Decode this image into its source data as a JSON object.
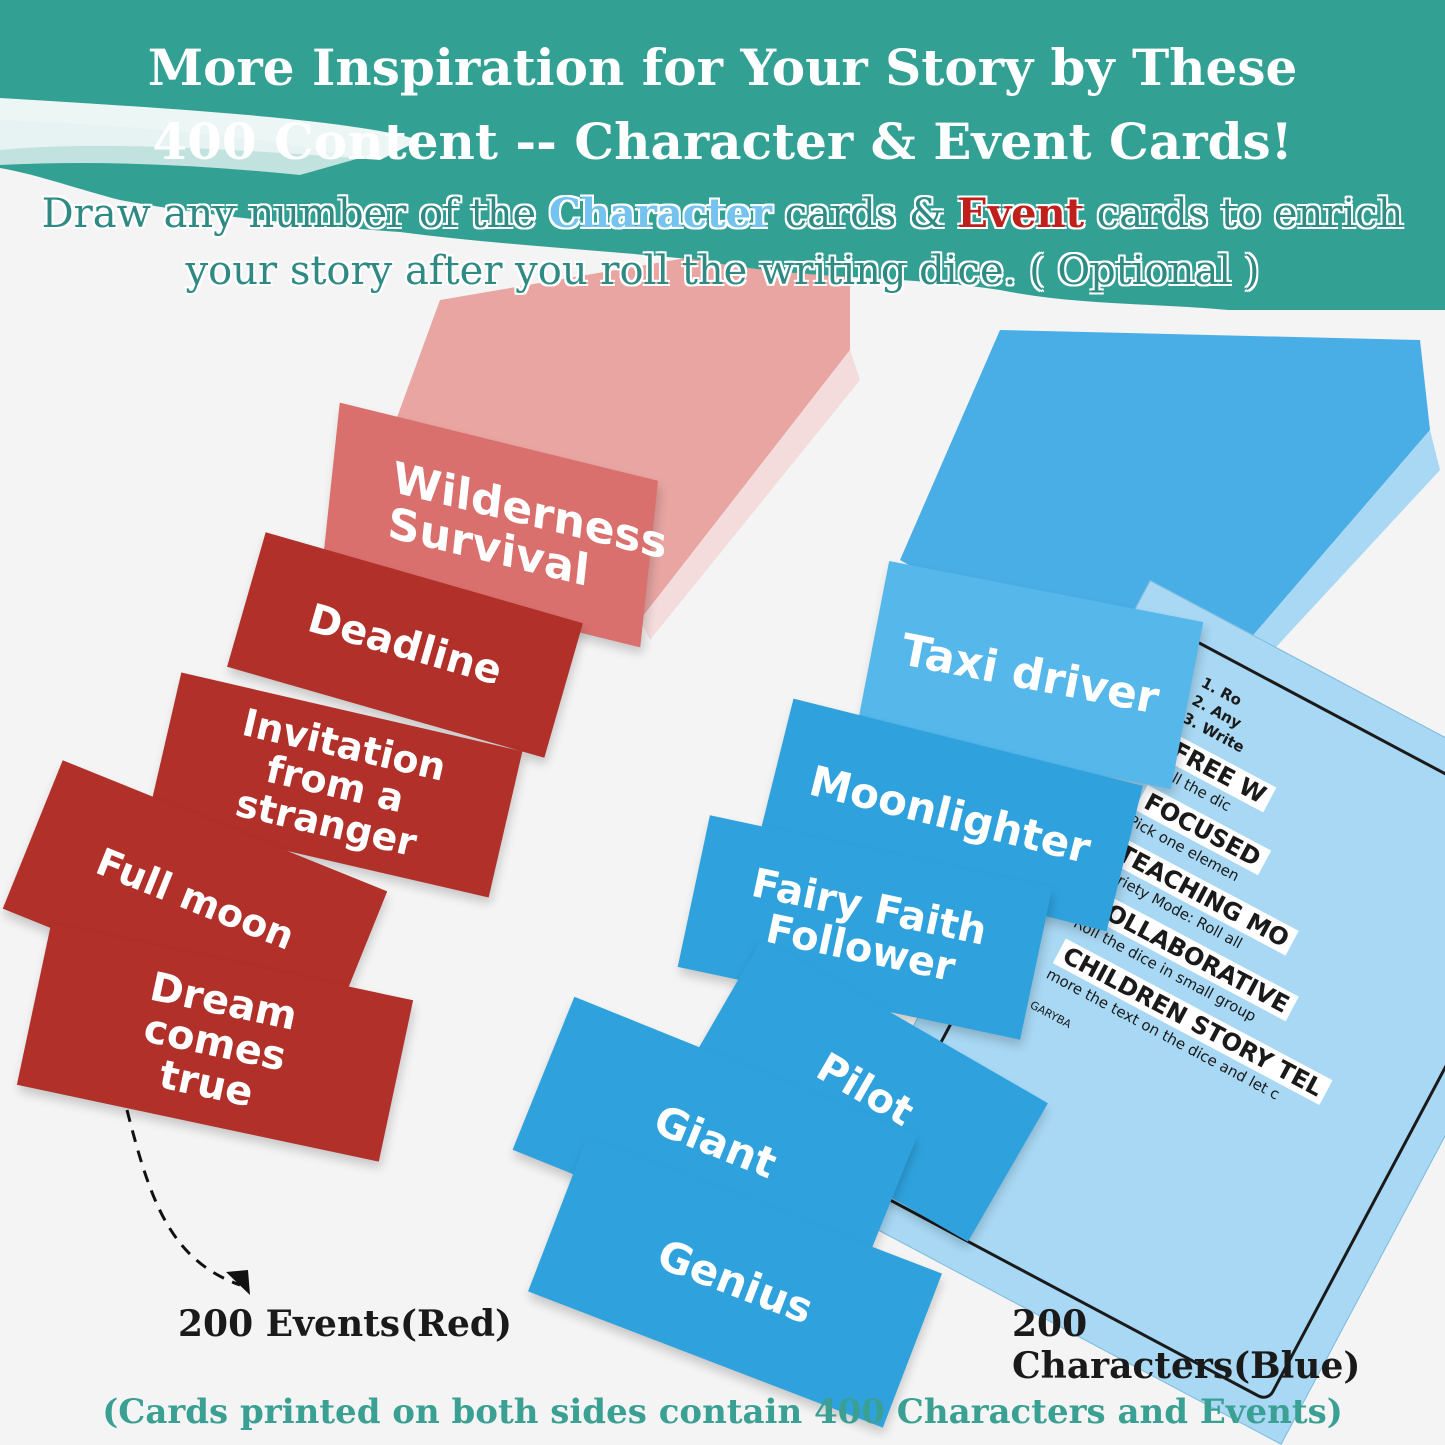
{
  "colors": {
    "banner": "#33a094",
    "event_red": "#b1302a",
    "event_pink": "#d9706d",
    "character_blue": "#2fa2de",
    "character_light_blue": "#56b7ea",
    "footer_text": "#3aa093"
  },
  "header": {
    "title_line1": "More Inspiration for Your Story by These",
    "title_line2": "400 Content -- Character & Event Cards!",
    "subtitle_part1": "Draw any number of the ",
    "subtitle_character": "Character",
    "subtitle_part2": " cards & ",
    "subtitle_event": "Event",
    "subtitle_part3": " cards to enrich",
    "subtitle_line2": "your story after you roll the writing dice. ( Optional )"
  },
  "event_cards": [
    "Wilderness Survival",
    "Deadline",
    "Invitation from a stranger",
    "Full moon",
    "Dream comes true"
  ],
  "character_cards": [
    "Taxi driver",
    "Moonlighter",
    "Fairy Faith Follower",
    "Pilot",
    "Giant",
    "Genius"
  ],
  "sheet": {
    "items": [
      "1. Ro",
      "2. Any",
      "3. Write"
    ],
    "sections": [
      {
        "head": "FREE W",
        "text": "Roll the dic"
      },
      {
        "head": "FOCUSED",
        "text": "Pick one elemen"
      },
      {
        "head": "TEACHING MO",
        "text": "Variety Mode: Roll all"
      },
      {
        "head": "COLLABORATIVE",
        "text": "Roll the dice in small group"
      },
      {
        "head": "CHILDREN STORY TEL",
        "text": "more the text on the dice and let c"
      }
    ],
    "brand": "GARYBA"
  },
  "captions": {
    "events": "200 Events(Red)",
    "characters": "200 Characters(Blue)"
  },
  "footer": "(Cards printed on both sides contain 400 Characters and Events)"
}
